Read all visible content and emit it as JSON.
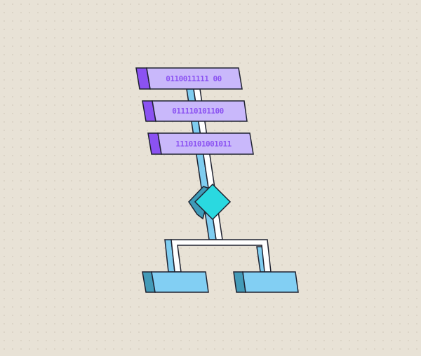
{
  "diagram": {
    "title": "",
    "colors": {
      "background": "#e8e2d6",
      "background_dot": "#d9d2c4",
      "outline": "#1f2230",
      "panel_face": "#c9b8fb",
      "panel_side": "#8b52f2",
      "bit_glyph": "#8b52f2",
      "stem_blue": "#7fcdf0",
      "stem_white": "#ffffff",
      "diamond_face": "#2ad9e0",
      "diamond_shadow": "#3e9bb8",
      "box_face": "#82cff3",
      "box_side": "#449bb8"
    },
    "panels": [
      {
        "id": "panel-1",
        "bits": "0110011111 00"
      },
      {
        "id": "panel-2",
        "bits": "011110101100"
      },
      {
        "id": "panel-3",
        "bits": "1110101001011"
      }
    ],
    "decision": {
      "shape": "diamond",
      "icon": "decision-diamond-icon"
    },
    "outputs": [
      {
        "id": "output-left"
      },
      {
        "id": "output-right"
      }
    ]
  }
}
